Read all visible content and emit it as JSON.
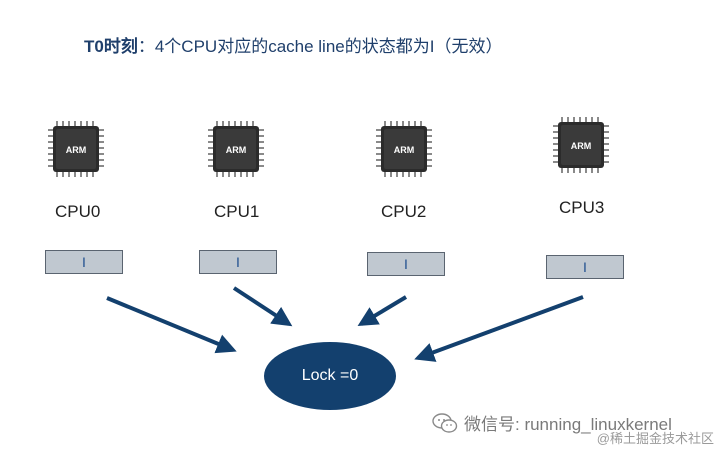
{
  "title": {
    "prefix": "T0时刻",
    "rest": "：4个CPU对应的cache line的状态都为I（无效）"
  },
  "cpus": [
    {
      "label": "CPU0",
      "chip_text": "ARM",
      "state": "I"
    },
    {
      "label": "CPU1",
      "chip_text": "ARM",
      "state": "I"
    },
    {
      "label": "CPU2",
      "chip_text": "ARM",
      "state": "I"
    },
    {
      "label": "CPU3",
      "chip_text": "ARM",
      "state": "I"
    }
  ],
  "lock": {
    "label": "Lock =0"
  },
  "watermark": {
    "text": "微信号: running_linuxkernel",
    "sub": "@稀土掘金技术社区",
    "icon": "wechat-icon"
  },
  "colors": {
    "title": "#1f3f6b",
    "arrow": "#13406e",
    "lock_fill": "#13406e",
    "state_box": "#c0c8d0",
    "state_text": "#1f4f8f"
  }
}
